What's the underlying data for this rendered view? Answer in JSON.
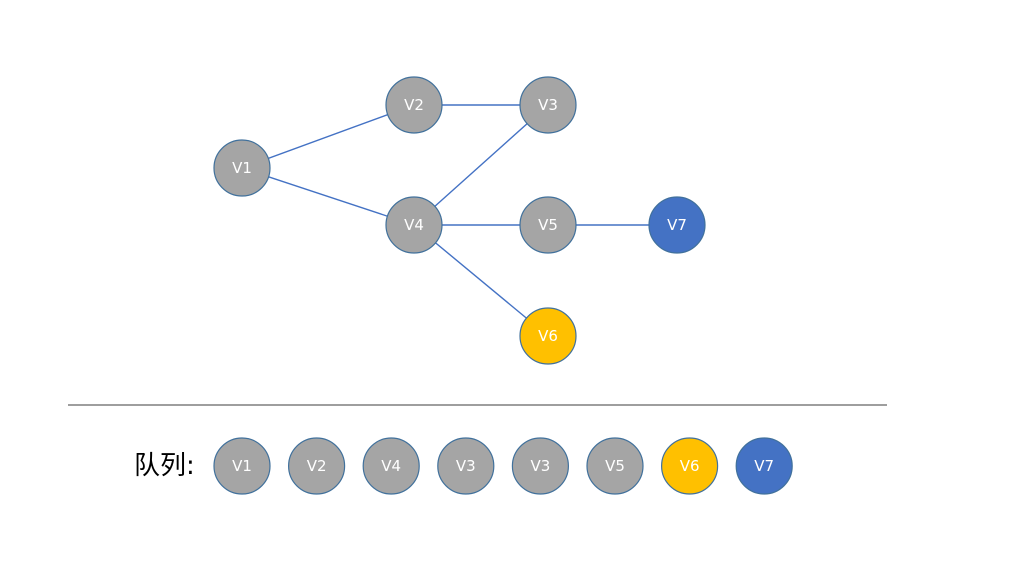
{
  "colors": {
    "default": "#a5a5a5",
    "highlight_yellow": "#ffc000",
    "highlight_blue": "#4472c4",
    "edge": "#4472c4",
    "divider": "#7f7f7f"
  },
  "graph": {
    "nodes": [
      {
        "id": "V1",
        "label": "V1",
        "color": "#a5a5a5"
      },
      {
        "id": "V2",
        "label": "V2",
        "color": "#a5a5a5"
      },
      {
        "id": "V3",
        "label": "V3",
        "color": "#a5a5a5"
      },
      {
        "id": "V4",
        "label": "V4",
        "color": "#a5a5a5"
      },
      {
        "id": "V5",
        "label": "V5",
        "color": "#a5a5a5"
      },
      {
        "id": "V6",
        "label": "V6",
        "color": "#ffc000"
      },
      {
        "id": "V7",
        "label": "V7",
        "color": "#4472c4"
      }
    ],
    "edges": [
      [
        "V1",
        "V2"
      ],
      [
        "V1",
        "V4"
      ],
      [
        "V2",
        "V3"
      ],
      [
        "V4",
        "V3"
      ],
      [
        "V4",
        "V5"
      ],
      [
        "V4",
        "V6"
      ],
      [
        "V5",
        "V7"
      ]
    ]
  },
  "queue": {
    "label": "队列:",
    "items": [
      {
        "label": "V1",
        "color": "#a5a5a5"
      },
      {
        "label": "V2",
        "color": "#a5a5a5"
      },
      {
        "label": "V4",
        "color": "#a5a5a5"
      },
      {
        "label": "V3",
        "color": "#a5a5a5"
      },
      {
        "label": "V3",
        "color": "#a5a5a5"
      },
      {
        "label": "V5",
        "color": "#a5a5a5"
      },
      {
        "label": "V6",
        "color": "#ffc000"
      },
      {
        "label": "V7",
        "color": "#4472c4"
      }
    ]
  }
}
